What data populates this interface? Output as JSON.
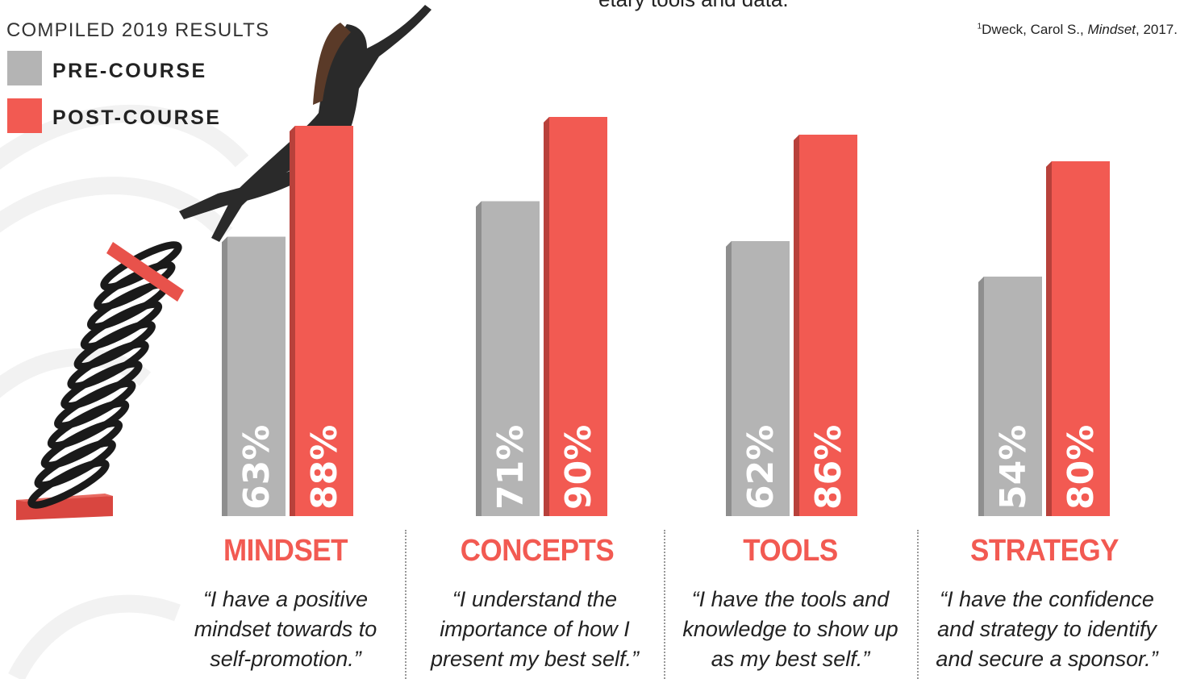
{
  "top_text": "etary tools and data.",
  "footnote": {
    "marker": "1",
    "author": "Dweck, Carol S., ",
    "work": "Mindset",
    "year": ", 2017."
  },
  "legend": {
    "title": "COMPILED 2019 RESULTS",
    "items": [
      {
        "label": "PRE-COURSE",
        "color": "#b4b4b4"
      },
      {
        "label": "POST-COURSE",
        "color": "#f25a52"
      }
    ]
  },
  "colors": {
    "pre": "#b4b4b4",
    "post": "#f25a52",
    "accent": "#f25a52"
  },
  "chart_data": {
    "type": "bar",
    "categories": [
      "MINDSET",
      "CONCEPTS",
      "TOOLS",
      "STRATEGY"
    ],
    "series": [
      {
        "name": "PRE-COURSE",
        "values": [
          63,
          71,
          62,
          54
        ]
      },
      {
        "name": "POST-COURSE",
        "values": [
          88,
          90,
          86,
          80
        ]
      }
    ],
    "value_labels": {
      "PRE-COURSE": [
        "63%",
        "71%",
        "62%",
        "54%"
      ],
      "POST-COURSE": [
        "88%",
        "90%",
        "86%",
        "80%"
      ]
    },
    "unit": "%",
    "legend": "top-left",
    "grid": false
  },
  "categories": [
    {
      "label": "MINDSET",
      "quote": [
        "“I have a positive",
        "mindset towards to",
        "self-promotion.”"
      ]
    },
    {
      "label": "CONCEPTS",
      "quote": [
        "“I understand the",
        "importance of how I",
        "present my best self.”"
      ]
    },
    {
      "label": "TOOLS",
      "quote": [
        "“I have the tools and",
        "knowledge to show up",
        "as my best self.”"
      ]
    },
    {
      "label": "STRATEGY",
      "quote": [
        "“I have the confidence",
        "and strategy to identify",
        "and secure a sponsor.”"
      ]
    }
  ]
}
